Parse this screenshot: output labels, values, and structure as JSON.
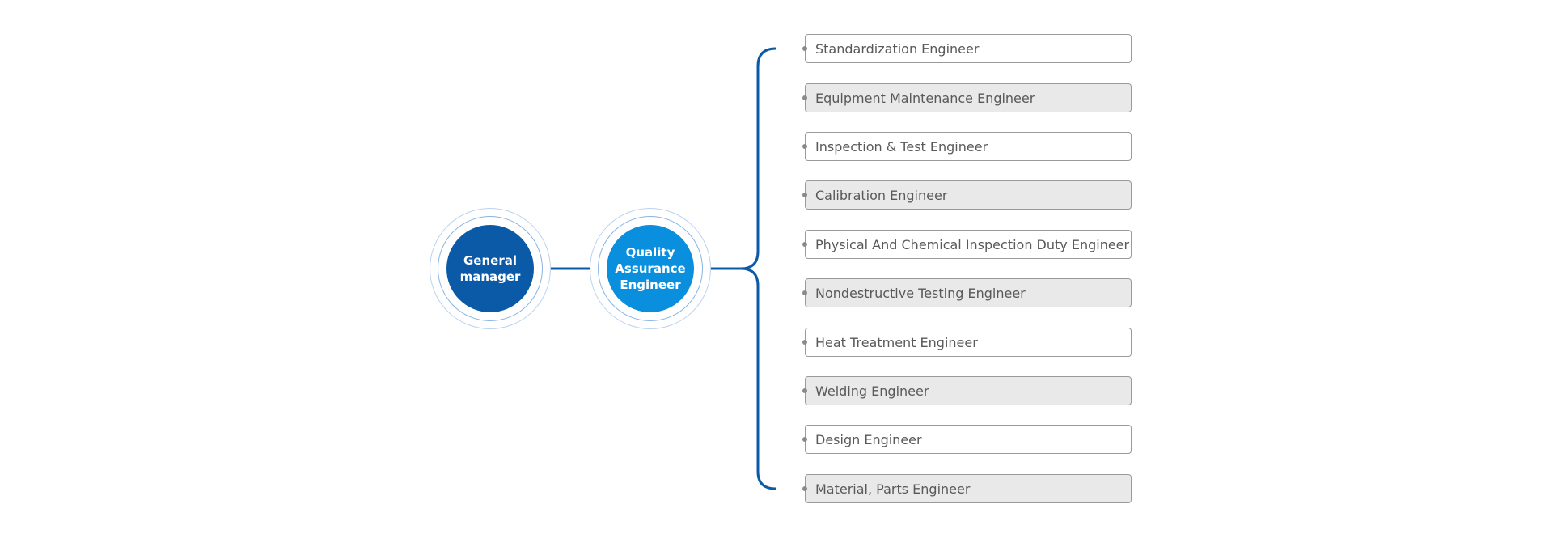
{
  "colors": {
    "line": "#0a5aa8",
    "general_manager_fill": "#0a5aa8",
    "qa_fill": "#0a8fde",
    "box_shaded": "#e9e9e9",
    "box_border": "#9a9a9a",
    "text": "#595959"
  },
  "nodes": {
    "general_manager": "General manager",
    "quality_assurance": "Quality Assurance Engineer"
  },
  "roles": [
    "Standardization Engineer",
    "Equipment Maintenance Engineer",
    "Inspection & Test Engineer",
    "Calibration Engineer",
    "Physical And Chemical Inspection Duty Engineer",
    "Nondestructive Testing Engineer",
    "Heat Treatment Engineer",
    "Welding Engineer",
    "Design Engineer",
    "Material, Parts Engineer"
  ]
}
